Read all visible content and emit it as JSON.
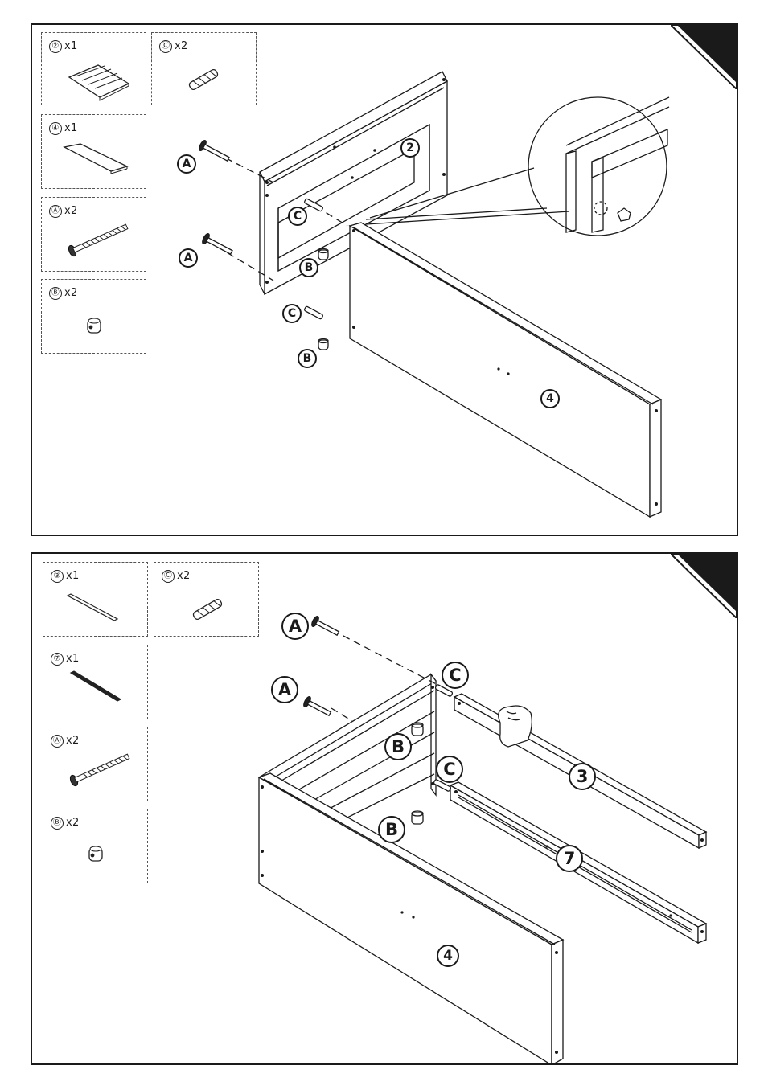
{
  "panels": [
    {
      "parts": [
        {
          "id": "②",
          "qty": "x1",
          "icon": "frame-part-2"
        },
        {
          "id": "Ⓒ",
          "qty": "x2",
          "icon": "wood-dowel"
        },
        {
          "id": "④",
          "qty": "x1",
          "icon": "panel-part-4"
        },
        {
          "id": "Ⓐ",
          "qty": "x2",
          "icon": "long-bolt"
        },
        {
          "id": "Ⓑ",
          "qty": "x2",
          "icon": "barrel-nut"
        }
      ],
      "labels": {
        "part_2": "2",
        "part_4": "4",
        "A": "A",
        "B": "B",
        "C": "C"
      }
    },
    {
      "parts": [
        {
          "id": "③",
          "qty": "x1",
          "icon": "rail-part-3"
        },
        {
          "id": "Ⓒ",
          "qty": "x2",
          "icon": "wood-dowel"
        },
        {
          "id": "⑦",
          "qty": "x1",
          "icon": "rail-part-7"
        },
        {
          "id": "Ⓐ",
          "qty": "x2",
          "icon": "long-bolt"
        },
        {
          "id": "Ⓑ",
          "qty": "x2",
          "icon": "barrel-nut"
        }
      ],
      "labels": {
        "part_3": "3",
        "part_7": "7",
        "part_4": "4",
        "A": "A",
        "B": "B",
        "C": "C"
      }
    }
  ]
}
